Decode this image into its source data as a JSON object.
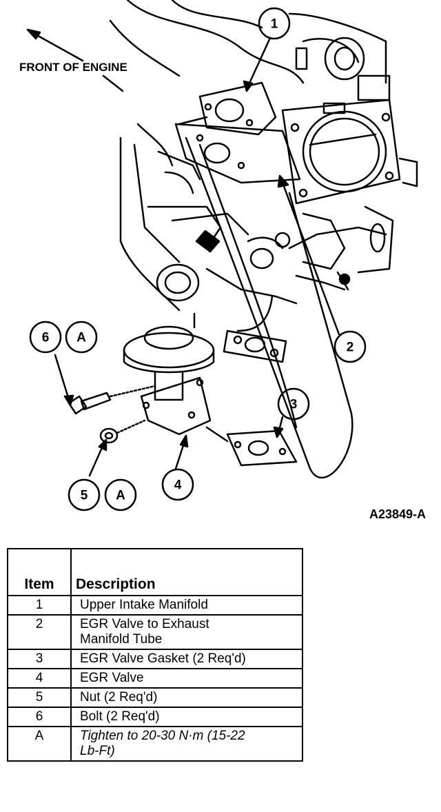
{
  "diagram": {
    "orientation_label": "FRONT OF ENGINE",
    "figure_id": "A23849-A",
    "callouts": [
      {
        "key": "c1",
        "text": "1"
      },
      {
        "key": "c2",
        "text": "2"
      },
      {
        "key": "c3",
        "text": "3"
      },
      {
        "key": "c4",
        "text": "4"
      },
      {
        "key": "c5",
        "text": "5"
      },
      {
        "key": "c6",
        "text": "6"
      },
      {
        "key": "cA5",
        "text": "A"
      },
      {
        "key": "cA6",
        "text": "A"
      }
    ]
  },
  "table": {
    "headers": {
      "item": "Item",
      "description": "Description"
    },
    "rows": [
      {
        "item": "1",
        "lines": [
          "Upper Intake Manifold"
        ]
      },
      {
        "item": "2",
        "lines": [
          "EGR Valve to Exhaust",
          "Manifold Tube"
        ]
      },
      {
        "item": "3",
        "lines": [
          "EGR Valve Gasket (2 Req'd)"
        ]
      },
      {
        "item": "4",
        "lines": [
          "EGR Valve"
        ]
      },
      {
        "item": "5",
        "lines": [
          "Nut (2 Req'd)"
        ]
      },
      {
        "item": "6",
        "lines": [
          "Bolt (2 Req'd)"
        ]
      },
      {
        "item": "A",
        "lines": [
          "Tighten to 20-30 N·m (15-22",
          "Lb-Ft)"
        ]
      }
    ]
  }
}
